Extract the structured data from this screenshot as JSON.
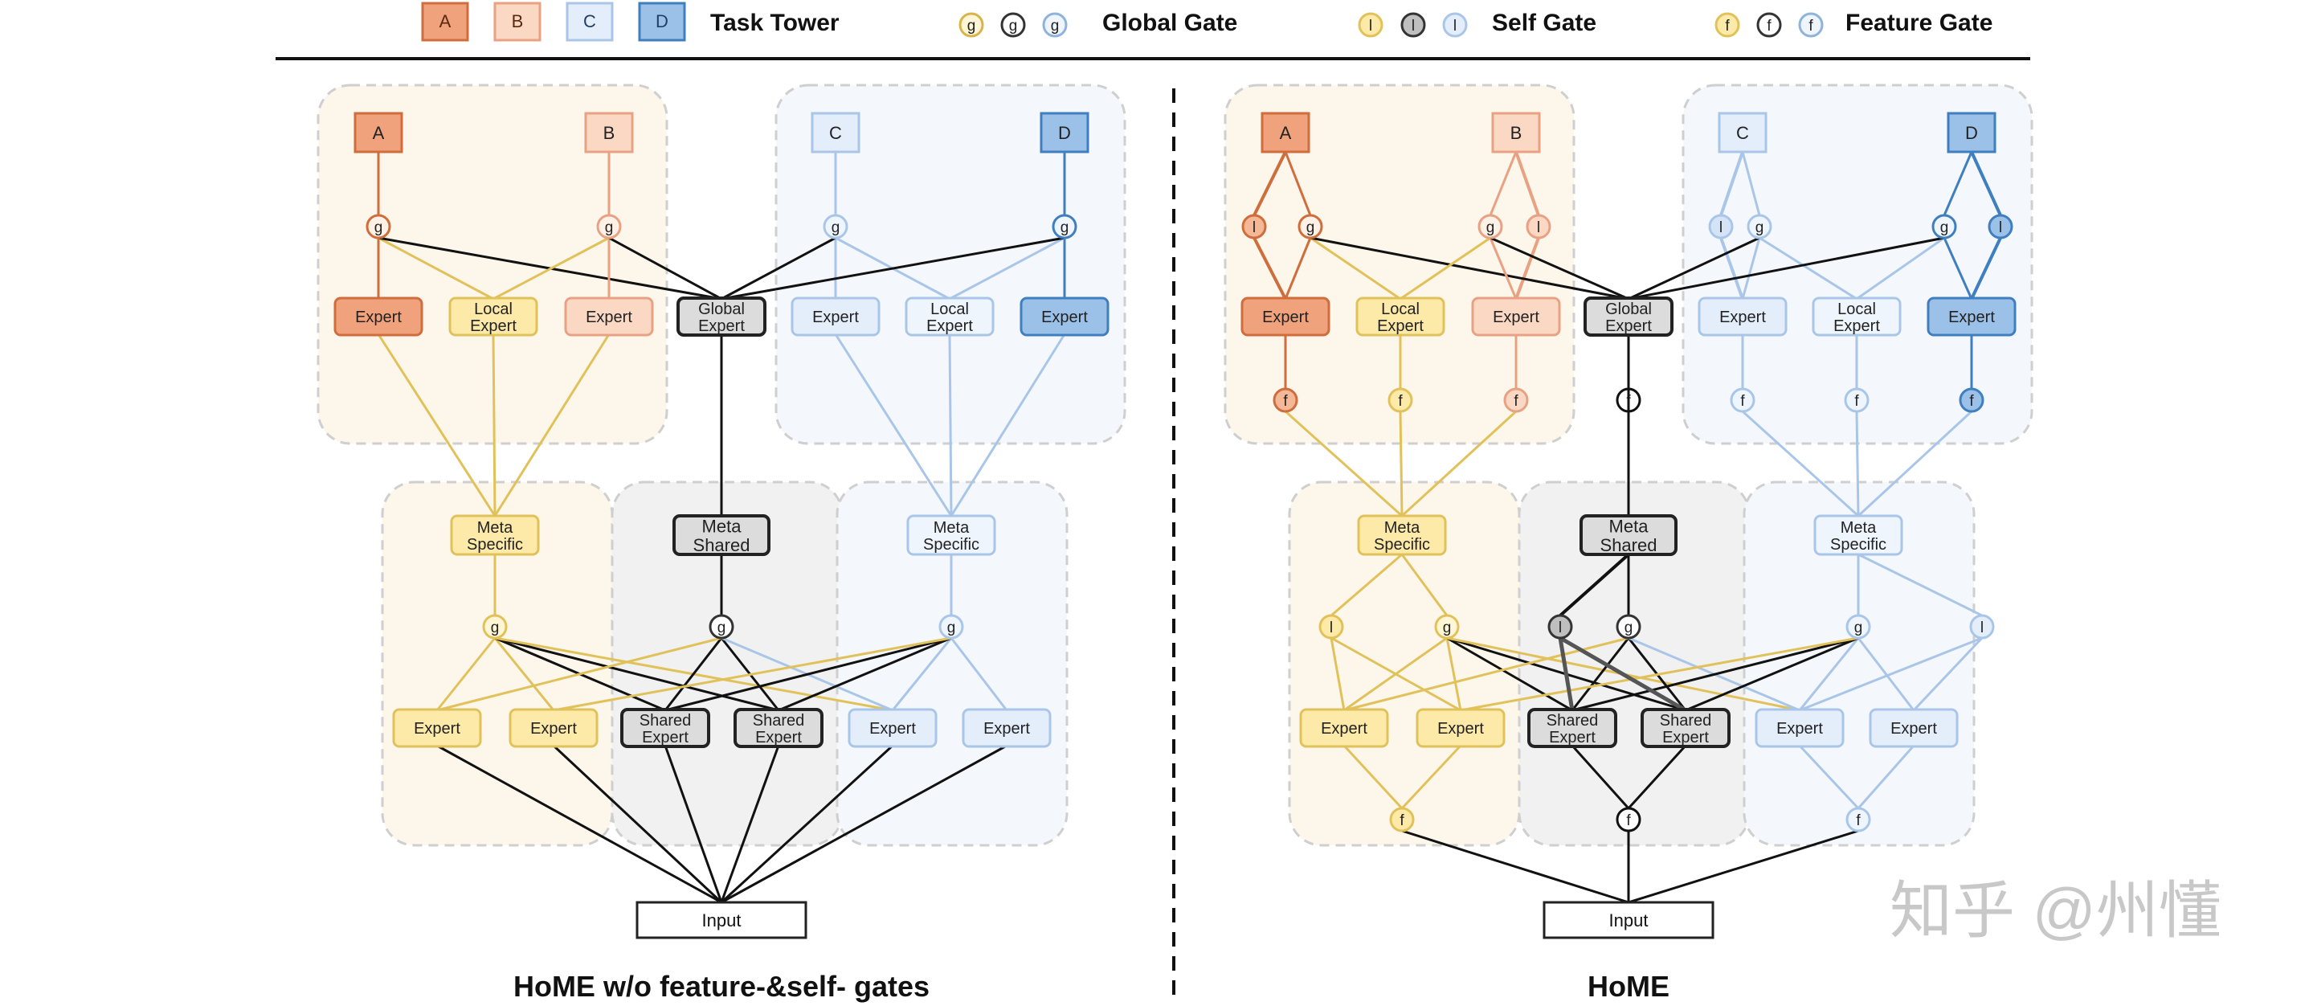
{
  "colors": {
    "orange_dark": "#f0a27c",
    "orange_dark_stroke": "#cf6d3c",
    "orange_light": "#fad8c4",
    "orange_light_stroke": "#e8a283",
    "yellow": "#fde9a8",
    "yellow_stroke": "#e1c25a",
    "blue_light": "#e4eefa",
    "blue_light_stroke": "#a9c6e8",
    "blue_dark": "#9cc1e8",
    "blue_dark_stroke": "#3f7fbf",
    "gray": "#dcdcdc",
    "gray_stroke": "#333333",
    "panel_warm": "#fdf6ea",
    "panel_cool": "#f4f7fb",
    "panel_gray": "#f1f1f1",
    "line_black": "#111111"
  },
  "legend": {
    "task_tower": {
      "letters": [
        "A",
        "B",
        "C",
        "D"
      ],
      "label": "Task Tower"
    },
    "global_gate": {
      "glyph": "g",
      "label": "Global Gate"
    },
    "self_gate": {
      "glyph": "l",
      "label": "Self Gate"
    },
    "feature_gate": {
      "glyph": "f",
      "label": "Feature Gate"
    }
  },
  "left": {
    "caption": "HoME w/o feature-&self- gates",
    "towers": [
      "A",
      "B",
      "C",
      "D"
    ],
    "gate_glyph": "g",
    "experts": [
      "Expert",
      "Local Expert",
      "Expert",
      "Global Expert",
      "Expert",
      "Local Expert",
      "Expert"
    ],
    "meta": [
      "Meta Specific",
      "Meta Shared",
      "Meta Specific"
    ],
    "bottom_experts": [
      "Expert",
      "Expert",
      "Shared Expert",
      "Shared Expert",
      "Expert",
      "Expert"
    ],
    "input": "Input"
  },
  "right": {
    "caption": "HoME",
    "towers": [
      "A",
      "B",
      "C",
      "D"
    ],
    "gate_glyph": "g",
    "self_glyph": "l",
    "feature_glyph": "f",
    "experts": [
      "Expert",
      "Local Expert",
      "Expert",
      "Global Expert",
      "Expert",
      "Local Expert",
      "Expert"
    ],
    "meta": [
      "Meta Specific",
      "Meta Shared",
      "Meta Specific"
    ],
    "bottom_experts": [
      "Expert",
      "Expert",
      "Shared Expert",
      "Shared Expert",
      "Expert",
      "Expert"
    ],
    "input": "Input"
  },
  "watermark": "知乎 @州懂"
}
